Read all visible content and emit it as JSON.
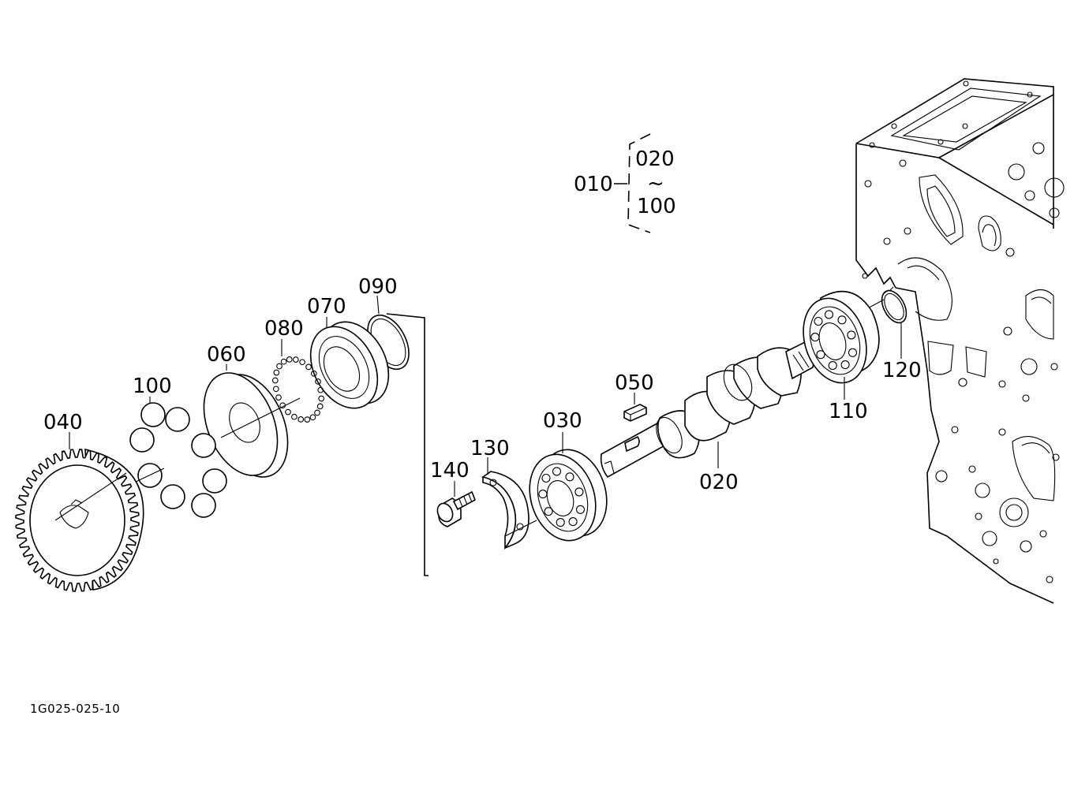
{
  "labels": {
    "p010": "010",
    "p020_range": "020",
    "range_sep": "~",
    "p100_range": "100",
    "p020": "020",
    "p030": "030",
    "p040": "040",
    "p050": "050",
    "p060": "060",
    "p070": "070",
    "p080": "080",
    "p090": "090",
    "p100": "100",
    "p110": "110",
    "p120": "120",
    "p130": "130",
    "p140": "140"
  },
  "document_id": "1G025-025-10"
}
